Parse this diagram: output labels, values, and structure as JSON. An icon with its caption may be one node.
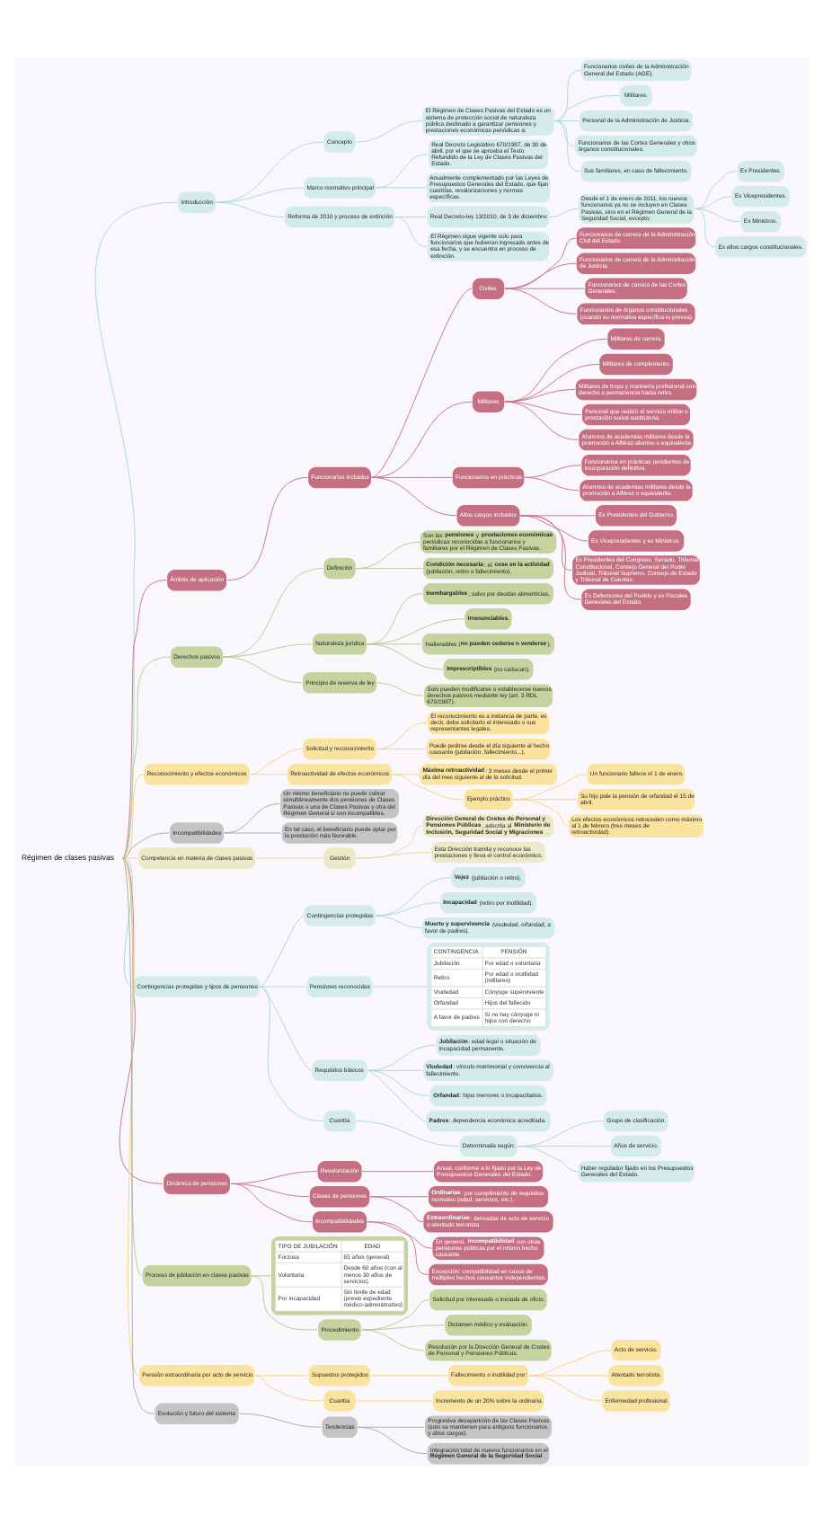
{
  "diagram": {
    "nodes": [
      {
        "text": [
          "Régimen de clases pasivas"
        ]
      },
      {
        "text": [
          "Introducción"
        ]
      },
      {
        "text": [
          "Concepto"
        ]
      },
      {
        "text": [
          "El Régimen de Clases Pasivas del Estado es un sistema de protección social de naturaleza pública destinado a garantizar pensiones y prestaciones económicas periódicas a:"
        ]
      },
      {
        "text": [
          "Funcionarios civiles de la Administración General del Estado (AGE)."
        ]
      },
      {
        "text": [
          "Militares."
        ]
      },
      {
        "text": [
          "Personal de la Administración de Justicia."
        ]
      },
      {
        "text": [
          "Funcionarios de las Cortes Generales y otros órganos constitucionales."
        ]
      },
      {
        "text": [
          "Sus familiares, en caso de fallecimiento."
        ]
      },
      {
        "text": [
          "Marco normativo principal"
        ]
      },
      {
        "text": [
          "Real Decreto Legislativo 670/1987, de 30 de abril, por el que se aprueba el Texto Refundido de la Ley de Clases Pasivas del Estado."
        ]
      },
      {
        "text": [
          "Anualmente complementado por las Leyes de Presupuestos Generales del Estado, que fijan cuantías, revalorizaciones y normas específicas."
        ]
      },
      {
        "text": [
          "Reforma de 2010 y proceso de extinción"
        ]
      },
      {
        "text": [
          "Real Decreto-ley 13/2010, de 3 de diciembre:"
        ]
      },
      {
        "text": [
          "Desde el 1 de enero de 2011, los nuevos funcionarios ya no se incluyen en Clases Pasivas, sino en el Régimen General de la Seguridad Social, excepto:"
        ]
      },
      {
        "text": [
          "Ex Presidentes."
        ]
      },
      {
        "text": [
          "Ex Vicepresidentes."
        ]
      },
      {
        "text": [
          "Ex Ministros."
        ]
      },
      {
        "text": [
          "Ex altos cargos constitucionales."
        ]
      },
      {
        "text": [
          "El Régimen sigue vigente solo para funcionarios que hubieran ingresado antes de esa fecha, y se encuentra en proceso de extinción."
        ]
      },
      {
        "text": [
          "Ámbito de aplicación"
        ]
      },
      {
        "text": [
          "Funcionarios incluidos"
        ]
      },
      {
        "text": [
          "Civiles"
        ]
      },
      {
        "text": [
          "Funcionarios de carrera de la Administración Civil del Estado."
        ]
      },
      {
        "text": [
          "Funcionarios de carrera de la Administración de Justicia."
        ]
      },
      {
        "text": [
          "Funcionarios de carrera de las Cortes Generales."
        ]
      },
      {
        "text": [
          "Funcionarios de órganos constitucionales (cuando su normativa específica lo prevea)."
        ]
      },
      {
        "text": [
          "Militares"
        ]
      },
      {
        "text": [
          "Militares de carrera."
        ]
      },
      {
        "text": [
          "Militares de complemento."
        ]
      },
      {
        "text": [
          "Militares de tropa y marinería profesional con derecho a permanencia hasta retiro."
        ]
      },
      {
        "text": [
          "Personal que realizó el servicio militar o prestación social sustitutoria."
        ]
      },
      {
        "text": [
          "Alumnos de academias militares desde la promoción a Alférez-alumno o equivalente."
        ]
      },
      {
        "text": [
          "Funcionarios en prácticas"
        ]
      },
      {
        "text": [
          "Funcionarios en prácticas pendientes de incorporación definitiva."
        ]
      },
      {
        "text": [
          "Alumnos de academias militares desde la promoción a Alférez o equivalente."
        ]
      },
      {
        "text": [
          "Altos cargos incluidos"
        ]
      },
      {
        "text": [
          "Ex Presidentes del Gobierno."
        ]
      },
      {
        "text": [
          "Ex Vicepresidentes y ex Ministros."
        ]
      },
      {
        "text": [
          "Ex Presidentes del Congreso, Senado, Tribunal Constitucional, Consejo General del Poder Judicial, Tribunal Supremo, Consejo de Estado y Tribunal de Cuentas."
        ]
      },
      {
        "text": [
          "Ex Defensores del Pueblo y ex Fiscales Generales del Estado."
        ]
      },
      {
        "text": [
          "Derechos pasivos"
        ]
      },
      {
        "text": [
          "Definición"
        ]
      },
      {
        "text": [
          "Son las **pensiones** y **prestaciones económicas** periódicas reconocidas a funcionarios y familiares por el Régimen de Clases Pasivas."
        ]
      },
      {
        "text": [
          "**Condición necesaria**: el **cese en la actividad** (jubilación, retiro o fallecimiento)."
        ]
      },
      {
        "text": [
          "Naturaleza jurídica"
        ]
      },
      {
        "text": [
          "**Inembargables**, salvo por deudas alimenticias."
        ]
      },
      {
        "text": [
          "Irrenunciables."
        ]
      },
      {
        "text": [
          "Inalienables (**no pueden cederse o venderse**)."
        ]
      },
      {
        "text": [
          "**Imprescriptibles** (no caducan)."
        ]
      },
      {
        "text": [
          "Principio de reserva de ley"
        ]
      },
      {
        "text": [
          "Solo pueden modificarse o establecerse nuevos derechos pasivos mediante ley (art. 3 RDL 670/1987)."
        ]
      },
      {
        "text": [
          "Reconocimiento y efectos económicos"
        ]
      },
      {
        "text": [
          "Solicitud y reconocimiento"
        ]
      },
      {
        "text": [
          "El reconocimiento es a instancia de parte, es decir, debe solicitarlo el interesado o sus representantes legales."
        ]
      },
      {
        "text": [
          "Puede pedirse desde el día siguiente al hecho causante (jubilación, fallecimiento...)."
        ]
      },
      {
        "text": [
          "Retroactividad de efectos económicos"
        ]
      },
      {
        "text": [
          "**Máxima retroactividad**: 3 meses desde el primer día del mes siguiente al de la solicitud."
        ]
      },
      {
        "text": [
          "Ejemplo práctico"
        ]
      },
      {
        "text": [
          "Un funcionario fallece el 1 de enero."
        ]
      },
      {
        "text": [
          "Su hijo pide la pensión de orfandad el 15 de abril."
        ]
      },
      {
        "text": [
          "Los efectos económicos retroceden como máximo al 1 de febrero (tres meses de retroactividad)."
        ]
      },
      {
        "text": [
          "Incompatibilidades"
        ]
      },
      {
        "text": [
          "Un mismo beneficiario no puede cobrar simultáneamente dos pensiones de Clases Pasivas o una de Clases Pasivas y otra del Régimen General si son incompatibles."
        ]
      },
      {
        "text": [
          "En tal caso, el beneficiario puede optar por la prestación más favorable."
        ]
      },
      {
        "text": [
          "Competencia en materia de clases pasivas"
        ]
      },
      {
        "text": [
          "Gestión"
        ]
      },
      {
        "text": [
          "**Dirección General de Costes de Personal y Pensiones Públicas**, adscrita al **Ministerio de Inclusión, Seguridad Social y Migraciones**."
        ]
      },
      {
        "text": [
          "Esta Dirección tramita y reconoce las prestaciones y lleva el control económico."
        ]
      },
      {
        "text": [
          "Contingencias protegidas y tipos de pensiones"
        ]
      },
      {
        "text": [
          "Contingencias protegidas"
        ]
      },
      {
        "text": [
          "**Vejez** (jubilación o retiro)."
        ]
      },
      {
        "text": [
          "**Incapacidad** (retiro por inutilidad)."
        ]
      },
      {
        "text": [
          "**Muerte y supervivencia** (viudedad, orfandad, a favor de padres)."
        ]
      },
      {
        "text": [
          "Pensiones reconocidas"
        ]
      },
      {
        "text": [
          "CONTINGENCIA",
          "PENSIÓN",
          "Jubilación",
          "Por edad o voluntaria",
          "Retiro",
          "Por edad o inutilidad (militares)",
          "Viudedad",
          "Cónyuge superviviente",
          "Orfandad",
          "Hijos del fallecido",
          "A favor de padres",
          "Si no hay cónyuge ni hijos con derecho"
        ]
      },
      {
        "text": [
          "Requisitos básicos"
        ]
      },
      {
        "text": [
          "**Jubilación**: edad legal o situación de incapacidad permanente."
        ]
      },
      {
        "text": [
          "**Viudedad**: vínculo matrimonial y convivencia al fallecimiento."
        ]
      },
      {
        "text": [
          "**Orfandad**: hijos menores o incapacitados."
        ]
      },
      {
        "text": [
          "**Padres**: dependencia económica acreditada."
        ]
      },
      {
        "text": [
          "Cuantía"
        ]
      },
      {
        "text": [
          "Determinada según:"
        ]
      },
      {
        "text": [
          "Grupo de clasificación."
        ]
      },
      {
        "text": [
          "Años de servicio."
        ]
      },
      {
        "text": [
          "Haber regulador fijado en los Presupuestos Generales del Estado."
        ]
      },
      {
        "text": [
          "Dinámica de pensiones"
        ]
      },
      {
        "text": [
          "Revalorización"
        ]
      },
      {
        "text": [
          "Anual, conforme a lo fijado por la Ley de Presupuestos Generales del Estado."
        ]
      },
      {
        "text": [
          "Clases de pensiones"
        ]
      },
      {
        "text": [
          "**Ordinarias**: por cumplimiento de requisitos normales (edad, servicios, etc.)."
        ]
      },
      {
        "text": [
          "**Extraordinarias**: derivadas de acto de servicio o atentado terrorista."
        ]
      },
      {
        "text": [
          "Incompatibilidades"
        ]
      },
      {
        "text": [
          "En general, **incompatibilidad** con otras pensiones públicas por el mismo hecho causante."
        ]
      },
      {
        "text": [
          "Excepción: compatibilidad en casos de múltiples hechos causantes independientes."
        ]
      },
      {
        "text": [
          "Proceso de jubilación en clases pasivas"
        ]
      },
      {
        "text": [
          "TIPO DE JUBILACIÓN",
          "EDAD",
          "Forzosa",
          "65 años (general)",
          "Voluntaria",
          "Desde 60 años (con al menos 30 años de servicios)",
          "Por incapacidad",
          "Sin límite de edad (previo expediente médico-administrativo)"
        ]
      },
      {
        "text": [
          "Procedimiento"
        ]
      },
      {
        "text": [
          "Solicitud por interesado o iniciada de oficio."
        ]
      },
      {
        "text": [
          "Dictamen médico y evaluación."
        ]
      },
      {
        "text": [
          "Resolución por la Dirección General de Costes de Personal y Pensiones Públicas."
        ]
      },
      {
        "text": [
          "Pensión extraordinaria por acto de servicio"
        ]
      },
      {
        "text": [
          "Supuestos protegidos"
        ]
      },
      {
        "text": [
          "Fallecimiento o inutilidad por:"
        ]
      },
      {
        "text": [
          "Acto de servicio."
        ]
      },
      {
        "text": [
          "Atentado terrorista."
        ]
      },
      {
        "text": [
          "Enfermedad profesional."
        ]
      },
      {
        "text": [
          "Cuantía"
        ]
      },
      {
        "text": [
          "Incremento de un 20% sobre la ordinaria."
        ]
      },
      {
        "text": [
          "Evolución y futuro del sistema"
        ]
      },
      {
        "text": [
          "Tendencias"
        ]
      },
      {
        "text": [
          "Progresiva desaparición de las Clases Pasivas (solo se mantienen para antiguos funcionarios y altos cargos)."
        ]
      },
      {
        "text": [
          "Integración total de nuevos funcionarios en el **Régimen General de la Seguridad Social**."
        ]
      }
    ],
    "edges": [
      {
        "from": 0,
        "to": 1,
        "arrow": "none"
      },
      {
        "from": 1,
        "to": 2,
        "arrow": "none"
      },
      {
        "from": 2,
        "to": 3,
        "arrow": "none"
      },
      {
        "from": 3,
        "to": 4,
        "arrow": "none"
      },
      {
        "from": 3,
        "to": 5,
        "arrow": "none"
      },
      {
        "from": 3,
        "to": 6,
        "arrow": "none"
      },
      {
        "from": 3,
        "to": 7,
        "arrow": "none"
      },
      {
        "from": 3,
        "to": 8,
        "arrow": "none"
      },
      {
        "from": 1,
        "to": 9,
        "arrow": "none"
      },
      {
        "from": 9,
        "to": 10,
        "arrow": "none"
      },
      {
        "from": 9,
        "to": 11,
        "arrow": "none"
      },
      {
        "from": 1,
        "to": 12,
        "arrow": "none"
      },
      {
        "from": 12,
        "to": 13,
        "arrow": "none"
      },
      {
        "from": 13,
        "to": 14,
        "arrow": "none"
      },
      {
        "from": 14,
        "to": 15,
        "arrow": "none"
      },
      {
        "from": 14,
        "to": 16,
        "arrow": "none"
      },
      {
        "from": 14,
        "to": 17,
        "arrow": "none"
      },
      {
        "from": 14,
        "to": 18,
        "arrow": "none"
      },
      {
        "from": 12,
        "to": 19,
        "arrow": "none"
      },
      {
        "from": 0,
        "to": 20,
        "arrow": "none",
        "color": "#c46f82"
      },
      {
        "from": 20,
        "to": 21,
        "arrow": "none",
        "color": "#c46f82"
      },
      {
        "from": 21,
        "to": 22,
        "arrow": "none",
        "color": "#c46f82"
      },
      {
        "from": 22,
        "to": 23,
        "arrow": "none",
        "color": "#c46f82"
      },
      {
        "from": 22,
        "to": 24,
        "arrow": "none",
        "color": "#c46f82"
      },
      {
        "from": 22,
        "to": 25,
        "arrow": "none",
        "color": "#c46f82"
      },
      {
        "from": 22,
        "to": 26,
        "arrow": "none",
        "color": "#c46f82"
      },
      {
        "from": 21,
        "to": 27,
        "arrow": "none",
        "color": "#c46f82"
      },
      {
        "from": 27,
        "to": 28,
        "arrow": "none",
        "color": "#c46f82"
      },
      {
        "from": 27,
        "to": 29,
        "arrow": "none",
        "color": "#c46f82"
      },
      {
        "from": 27,
        "to": 30,
        "arrow": "none",
        "color": "#c46f82"
      },
      {
        "from": 27,
        "to": 31,
        "arrow": "none",
        "color": "#c46f82"
      },
      {
        "from": 27,
        "to": 32,
        "arrow": "none",
        "color": "#c46f82"
      },
      {
        "from": 21,
        "to": 33,
        "arrow": "none",
        "color": "#c46f82"
      },
      {
        "from": 33,
        "to": 34,
        "arrow": "none",
        "color": "#c46f82"
      },
      {
        "from": 33,
        "to": 35,
        "arrow": "none",
        "color": "#c46f82"
      },
      {
        "from": 21,
        "to": 36,
        "arrow": "none",
        "color": "#c46f82"
      },
      {
        "from": 36,
        "to": 37,
        "arrow": "none",
        "color": "#c46f82"
      },
      {
        "from": 36,
        "to": 38,
        "arrow": "none",
        "color": "#c46f82"
      },
      {
        "from": 36,
        "to": 39,
        "arrow": "none",
        "color": "#c46f82"
      },
      {
        "from": 36,
        "to": 40,
        "arrow": "none",
        "color": "#c46f82"
      },
      {
        "from": 0,
        "to": 41,
        "arrow": "none",
        "color": "#b5c688"
      },
      {
        "from": 41,
        "to": 42,
        "arrow": "none",
        "color": "#b5c688"
      },
      {
        "from": 42,
        "to": 43,
        "arrow": "none",
        "color": "#b5c688"
      },
      {
        "from": 42,
        "to": 44,
        "arrow": "none",
        "color": "#b5c688"
      },
      {
        "from": 41,
        "to": 45,
        "arrow": "none",
        "color": "#b5c688"
      },
      {
        "from": 45,
        "to": 46,
        "arrow": "none",
        "color": "#b5c688"
      },
      {
        "from": 45,
        "to": 47,
        "arrow": "none",
        "color": "#b5c688"
      },
      {
        "from": 45,
        "to": 48,
        "arrow": "none",
        "color": "#b5c688"
      },
      {
        "from": 45,
        "to": 49,
        "arrow": "none",
        "color": "#b5c688"
      },
      {
        "from": 41,
        "to": 50,
        "arrow": "none",
        "color": "#b5c688"
      },
      {
        "from": 50,
        "to": 51,
        "arrow": "none",
        "color": "#b5c688"
      },
      {
        "from": 0,
        "to": 52,
        "arrow": "none",
        "color": "#f2d277"
      },
      {
        "from": 52,
        "to": 53,
        "arrow": "none",
        "color": "#f2d277"
      },
      {
        "from": 53,
        "to": 54,
        "arrow": "none",
        "color": "#f2d277"
      },
      {
        "from": 53,
        "to": 55,
        "arrow": "none",
        "color": "#f2d277"
      },
      {
        "from": 52,
        "to": 56,
        "arrow": "none",
        "color": "#f2d277"
      },
      {
        "from": 56,
        "to": 57,
        "arrow": "none",
        "color": "#f2d277"
      },
      {
        "from": 56,
        "to": 58,
        "arrow": "none",
        "color": "#f2d277"
      },
      {
        "from": 58,
        "to": 59,
        "arrow": "none",
        "color": "#f2d277"
      },
      {
        "from": 58,
        "to": 60,
        "arrow": "none",
        "color": "#f2d277"
      },
      {
        "from": 58,
        "to": 61,
        "arrow": "none",
        "color": "#f2d277"
      },
      {
        "from": 0,
        "to": 62,
        "arrow": "none",
        "color": "#a6a6a6"
      },
      {
        "from": 62,
        "to": 63,
        "arrow": "none",
        "color": "#a6a6a6"
      },
      {
        "from": 62,
        "to": 64,
        "arrow": "none",
        "color": "#a6a6a6"
      },
      {
        "from": 0,
        "to": 65,
        "arrow": "none",
        "color": "#dcd99c"
      },
      {
        "from": 65,
        "to": 66,
        "arrow": "none",
        "color": "#dcd99c"
      },
      {
        "from": 66,
        "to": 67,
        "arrow": "none",
        "color": "#dcd99c"
      },
      {
        "from": 66,
        "to": 68,
        "arrow": "none",
        "color": "#dcd99c"
      },
      {
        "from": 0,
        "to": 69,
        "arrow": "none"
      },
      {
        "from": 69,
        "to": 70,
        "arrow": "none"
      },
      {
        "from": 70,
        "to": 71,
        "arrow": "none"
      },
      {
        "from": 70,
        "to": 72,
        "arrow": "none"
      },
      {
        "from": 70,
        "to": 73,
        "arrow": "none"
      },
      {
        "from": 69,
        "to": 74,
        "arrow": "none"
      },
      {
        "from": 74,
        "to": 75,
        "arrow": "none"
      },
      {
        "from": 69,
        "to": 76,
        "arrow": "none"
      },
      {
        "from": 76,
        "to": 77,
        "arrow": "none"
      },
      {
        "from": 76,
        "to": 78,
        "arrow": "none"
      },
      {
        "from": 76,
        "to": 79,
        "arrow": "none"
      },
      {
        "from": 76,
        "to": 80,
        "arrow": "none"
      },
      {
        "from": 69,
        "to": 81,
        "arrow": "none"
      },
      {
        "from": 81,
        "to": 82,
        "arrow": "none"
      },
      {
        "from": 82,
        "to": 83,
        "arrow": "none"
      },
      {
        "from": 82,
        "to": 84,
        "arrow": "none"
      },
      {
        "from": 82,
        "to": 85,
        "arrow": "none"
      },
      {
        "from": 0,
        "to": 86,
        "arrow": "none",
        "color": "#c46f82"
      },
      {
        "from": 86,
        "to": 87,
        "arrow": "none",
        "color": "#c46f82"
      },
      {
        "from": 87,
        "to": 88,
        "arrow": "none",
        "color": "#c46f82"
      },
      {
        "from": 86,
        "to": 89,
        "arrow": "none",
        "color": "#c46f82"
      },
      {
        "from": 89,
        "to": 90,
        "arrow": "none",
        "color": "#c46f82"
      },
      {
        "from": 89,
        "to": 91,
        "arrow": "none",
        "color": "#c46f82"
      },
      {
        "from": 86,
        "to": 92,
        "arrow": "none",
        "color": "#c46f82"
      },
      {
        "from": 92,
        "to": 93,
        "arrow": "none",
        "color": "#c46f82"
      },
      {
        "from": 92,
        "to": 94,
        "arrow": "none",
        "color": "#c46f82"
      },
      {
        "from": 0,
        "to": 95,
        "arrow": "none",
        "color": "#b5c688"
      },
      {
        "from": 95,
        "to": 96,
        "arrow": "none",
        "color": "#b5c688"
      },
      {
        "from": 95,
        "to": 97,
        "arrow": "none",
        "color": "#b5c688"
      },
      {
        "from": 97,
        "to": 98,
        "arrow": "none",
        "color": "#b5c688"
      },
      {
        "from": 97,
        "to": 99,
        "arrow": "none",
        "color": "#b5c688"
      },
      {
        "from": 97,
        "to": 100,
        "arrow": "none",
        "color": "#b5c688"
      },
      {
        "from": 0,
        "to": 101,
        "arrow": "none",
        "color": "#f2d277"
      },
      {
        "from": 101,
        "to": 102,
        "arrow": "none",
        "color": "#f2d277"
      },
      {
        "from": 102,
        "to": 103,
        "arrow": "none",
        "color": "#f2d277"
      },
      {
        "from": 103,
        "to": 104,
        "arrow": "none",
        "color": "#f2d277"
      },
      {
        "from": 103,
        "to": 105,
        "arrow": "none",
        "color": "#f2d277"
      },
      {
        "from": 103,
        "to": 106,
        "arrow": "none",
        "color": "#f2d277"
      },
      {
        "from": 101,
        "to": 107,
        "arrow": "none",
        "color": "#f2d277"
      },
      {
        "from": 107,
        "to": 108,
        "arrow": "none",
        "color": "#f2d277"
      },
      {
        "from": 0,
        "to": 109,
        "arrow": "none",
        "color": "#a6a6a6"
      },
      {
        "from": 109,
        "to": 110,
        "arrow": "none",
        "color": "#a6a6a6"
      },
      {
        "from": 110,
        "to": 111,
        "arrow": "none",
        "color": "#a6a6a6"
      },
      {
        "from": 110,
        "to": 112,
        "arrow": "none",
        "color": "#a6a6a6"
      }
    ]
  }
}
